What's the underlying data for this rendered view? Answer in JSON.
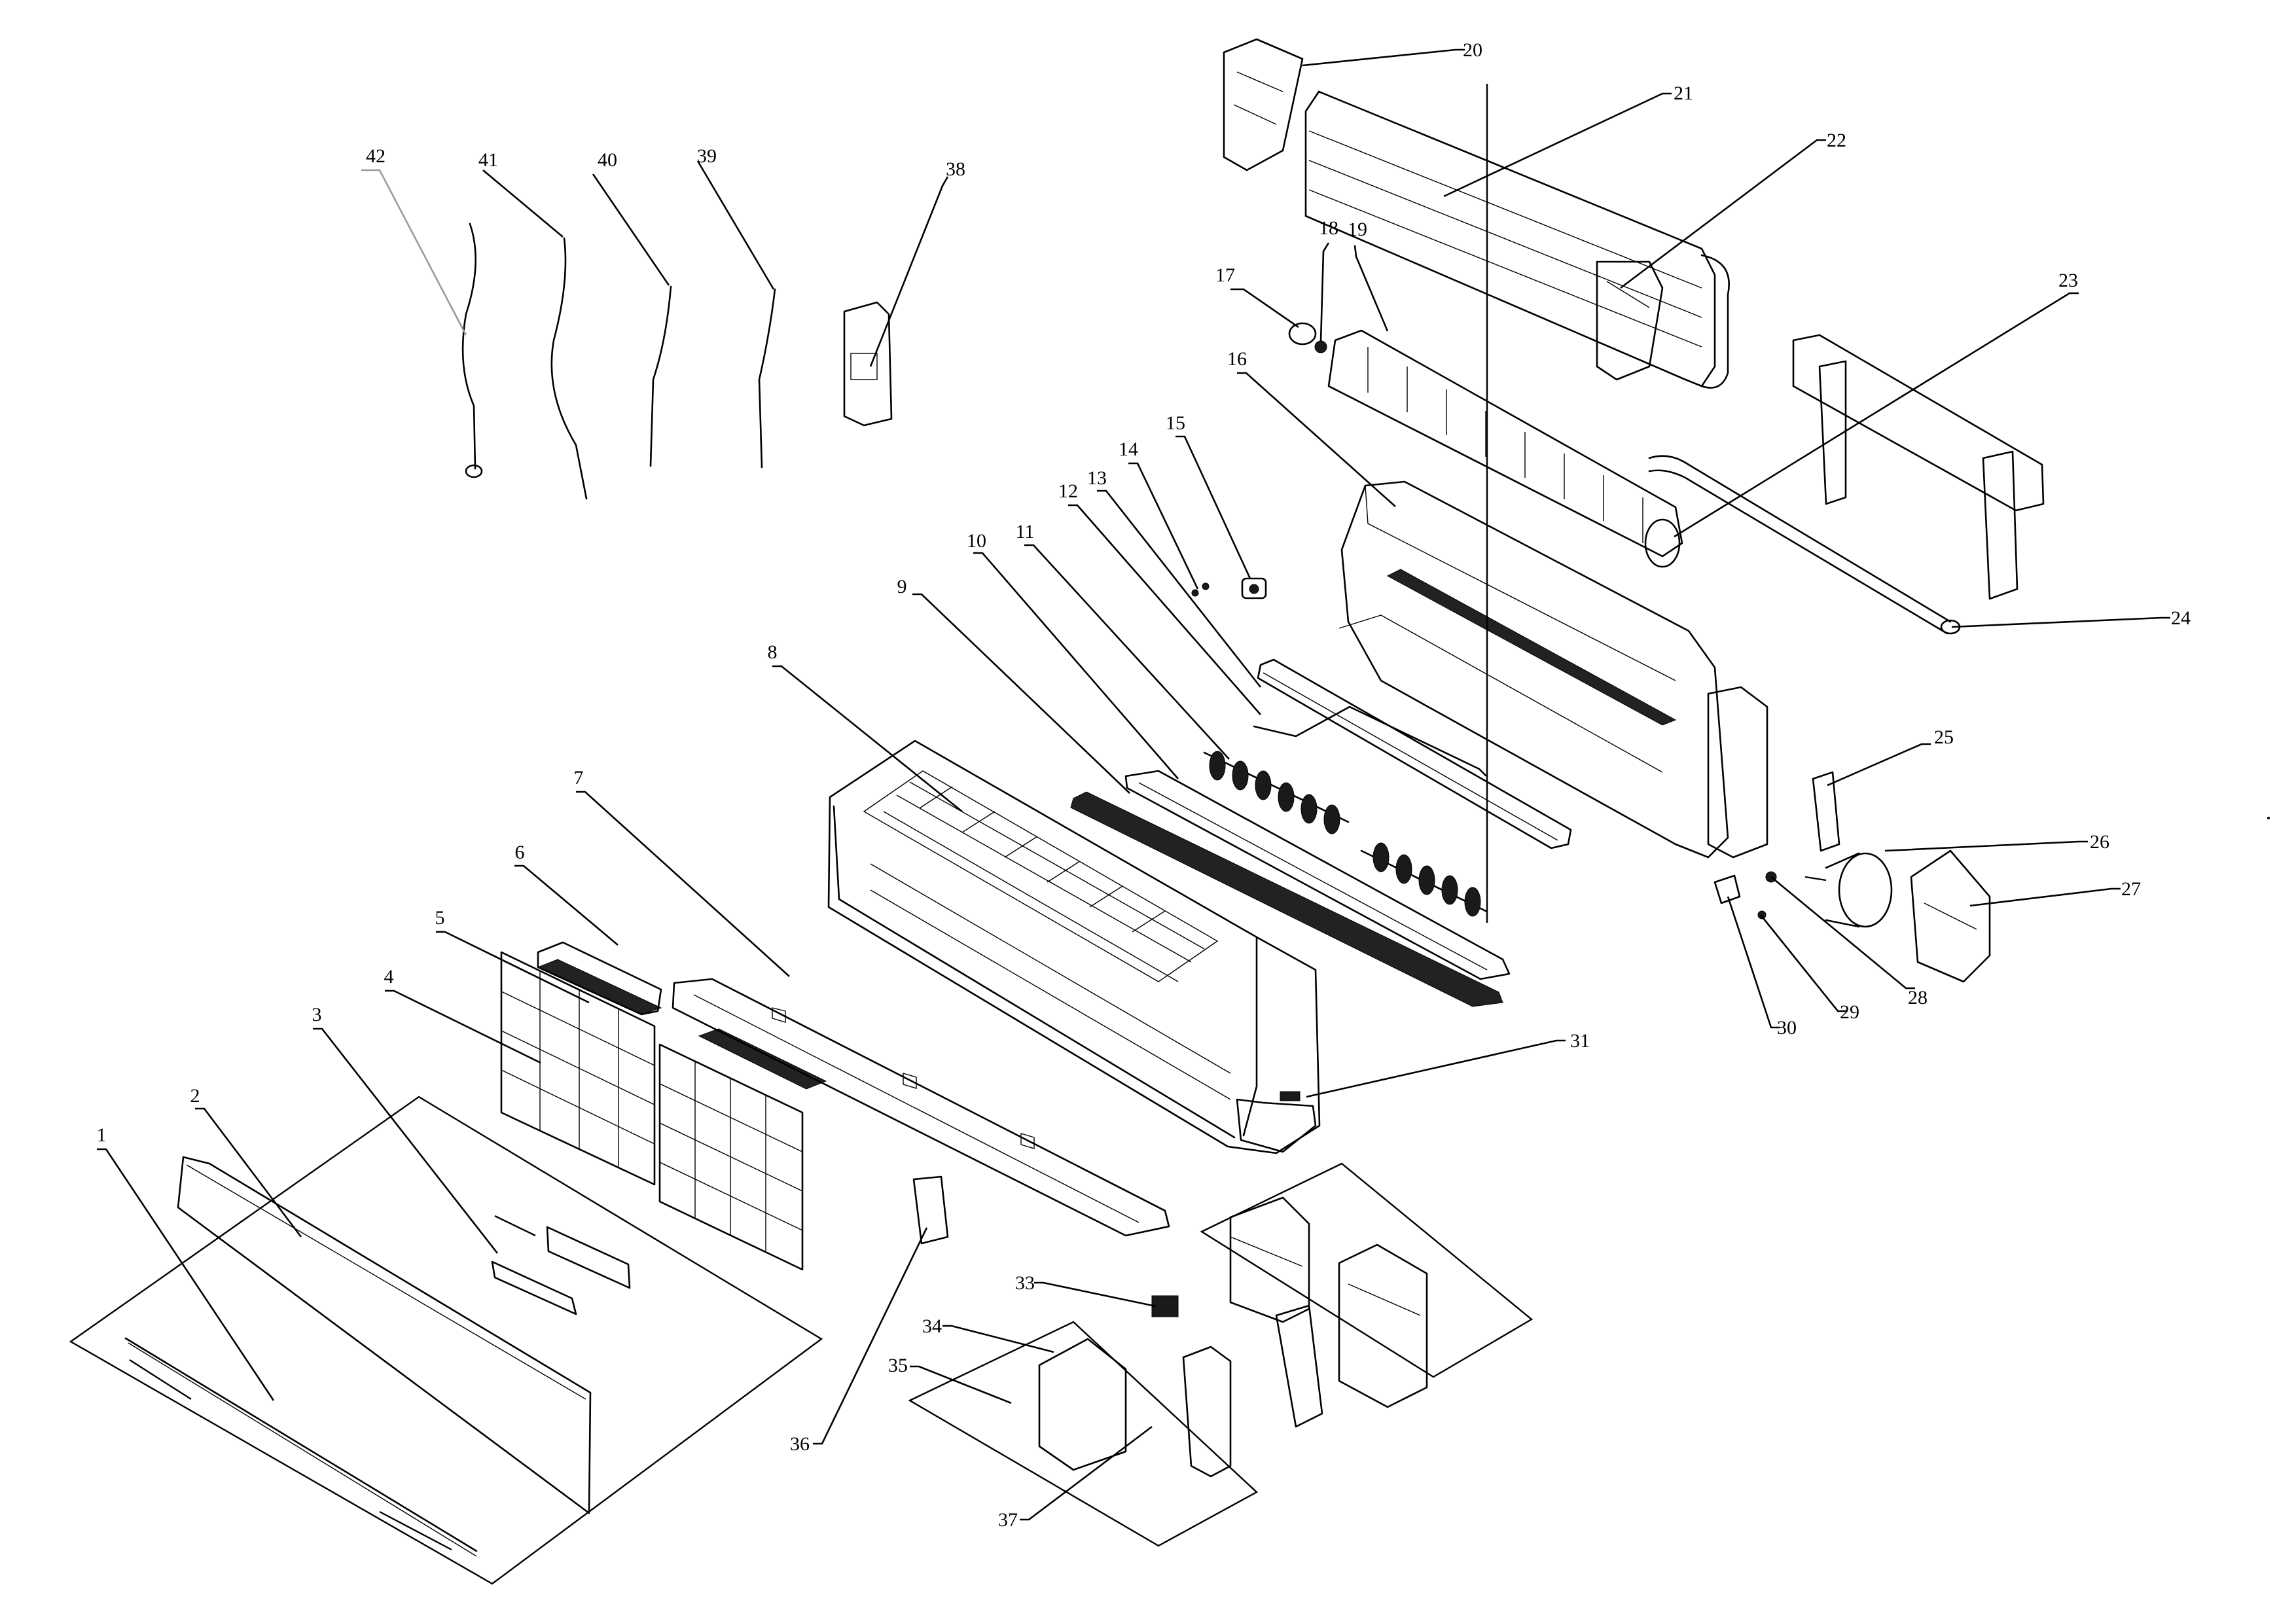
{
  "callouts": [
    {
      "n": "1"
    },
    {
      "n": "2"
    },
    {
      "n": "3"
    },
    {
      "n": "4"
    },
    {
      "n": "5"
    },
    {
      "n": "6"
    },
    {
      "n": "7"
    },
    {
      "n": "8"
    },
    {
      "n": "9"
    },
    {
      "n": "10"
    },
    {
      "n": "11"
    },
    {
      "n": "12"
    },
    {
      "n": "13"
    },
    {
      "n": "14"
    },
    {
      "n": "15"
    },
    {
      "n": "16"
    },
    {
      "n": "17"
    },
    {
      "n": "18"
    },
    {
      "n": "19"
    },
    {
      "n": "20"
    },
    {
      "n": "21"
    },
    {
      "n": "22"
    },
    {
      "n": "23"
    },
    {
      "n": "24"
    },
    {
      "n": "25"
    },
    {
      "n": "26"
    },
    {
      "n": "27"
    },
    {
      "n": "28"
    },
    {
      "n": "29"
    },
    {
      "n": "30"
    },
    {
      "n": "31"
    },
    {
      "n": "33"
    },
    {
      "n": "34"
    },
    {
      "n": "35"
    },
    {
      "n": "36"
    },
    {
      "n": "37"
    },
    {
      "n": "38"
    },
    {
      "n": "39"
    },
    {
      "n": "40"
    },
    {
      "n": "41"
    },
    {
      "n": "42"
    }
  ]
}
